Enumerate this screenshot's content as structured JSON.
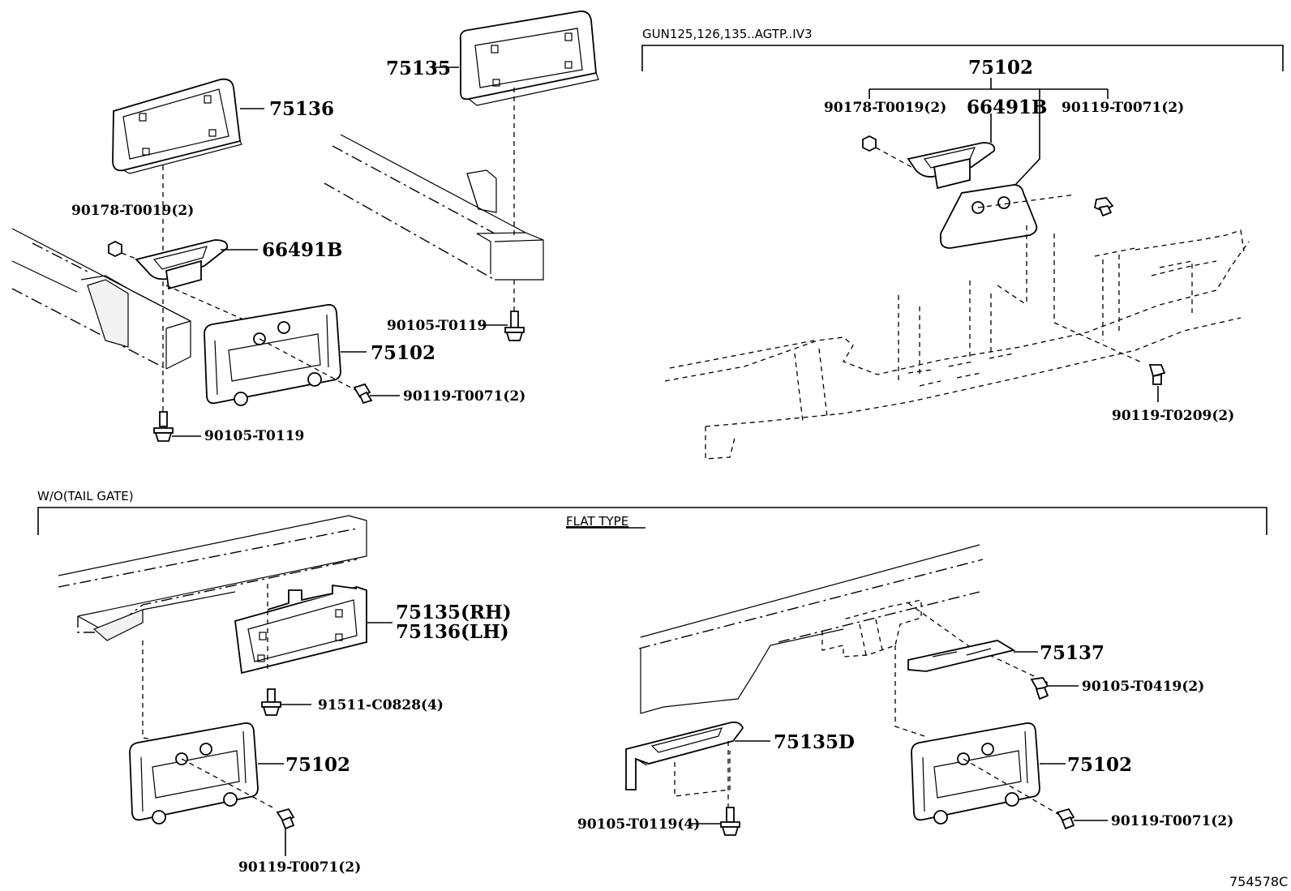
{
  "headers": {
    "model_range": "GUN125,126,135..AGTP..IV3",
    "without_tail_gate": "W/O(TAIL GATE)",
    "flat_type": "FLAT TYPE"
  },
  "labels": {
    "tl_75136": "75136",
    "tl_90178": "90178-T0019(2)",
    "tl_66491B": "66491B",
    "tl_75102": "75102",
    "tl_90119": "90119-T0071(2)",
    "tl_90105": "90105-T0119",
    "tm_75135": "75135",
    "tm_90105": "90105-T0119",
    "tr_75102": "75102",
    "tr_90178": "90178-T0019(2)",
    "tr_66491B": "66491B",
    "tr_90119_t0071": "90119-T0071(2)",
    "tr_90119_t0209": "90119-T0209(2)",
    "bl_75135rh": "75135(RH)",
    "bl_75136lh": "75136(LH)",
    "bl_91511": "91511-C0828(4)",
    "bl_75102": "75102",
    "bl_90119": "90119-T0071(2)",
    "br_75137": "75137",
    "br_90105_t0419": "90105-T0419(2)",
    "br_75135D": "75135D",
    "br_90105_t0119": "90105-T0119(4)",
    "br_75102": "75102",
    "br_90119": "90119-T0071(2)"
  },
  "illustration_id": "754578C"
}
